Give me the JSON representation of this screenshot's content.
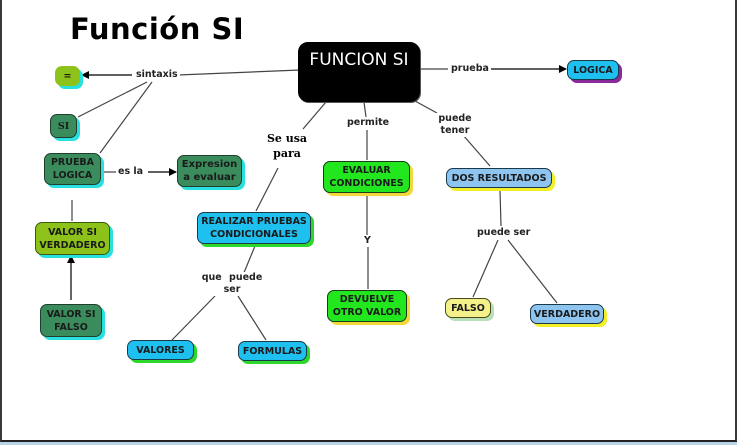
{
  "title": "Función SI",
  "colors": {
    "main": "#000000",
    "cyan": "#1ec0f0",
    "dark_green": "#3a8c5c",
    "lime": "#8cc21a",
    "bright_green": "#22e61e",
    "light_blue": "#8ec4f0",
    "light_yellow": "#f4f08a"
  },
  "nodes": {
    "main": "FUNCION SI",
    "equals": "=",
    "si": "SI",
    "prueba_logica": "PRUEBA LOGICA",
    "expresion": "Expresion a evaluar",
    "valor_si_verdadero": "VALOR SI VERDADERO",
    "valor_si_falso": "VALOR SI FALSO",
    "realizar_pruebas": "REALIZAR PRUEBAS CONDICIONALES",
    "valores": "VALORES",
    "formulas": "FORMULAS",
    "evaluar_condiciones": "EVALUAR CONDICIONES",
    "devuelve_otro_valor": "DEVUELVE OTRO VALOR",
    "dos_resultados": "DOS RESULTADOS",
    "falso": "FALSO",
    "verdadero": "VERDADERO",
    "logica": "LOGICA"
  },
  "links": {
    "sintaxis": "sintaxis",
    "prueba": "prueba",
    "es_la": "es la",
    "se_usa_para": "Se usa para",
    "permite": "permite",
    "puede_tener": "puede tener",
    "que_puede_ser": "que puede ser",
    "y": "Y",
    "puede_ser": "puede ser"
  }
}
